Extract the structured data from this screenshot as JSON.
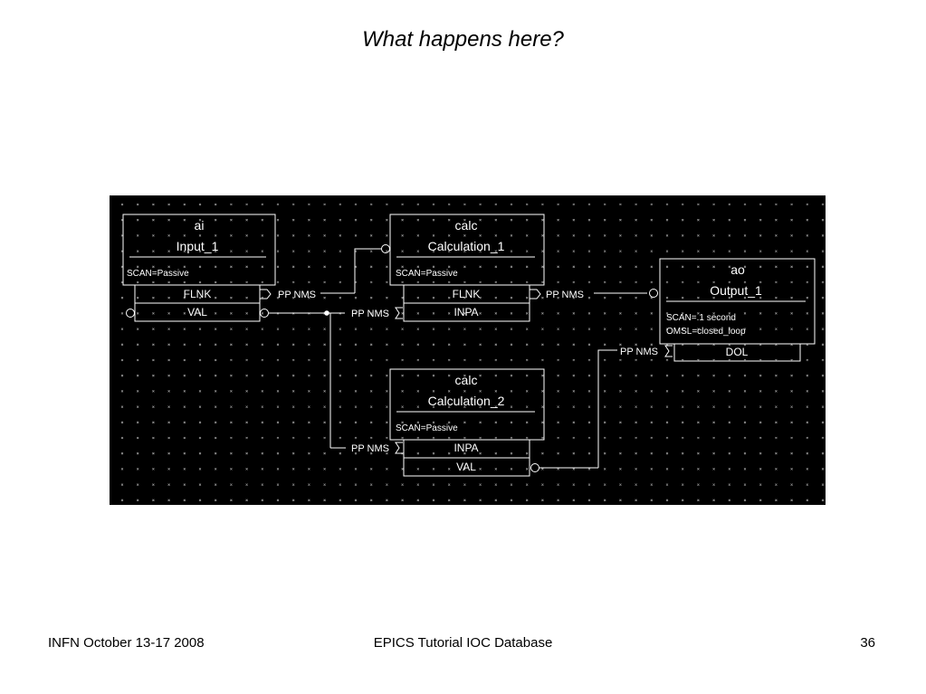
{
  "slide": {
    "title": "What happens here?",
    "footer_left": "INFN October 13-17 2008",
    "footer_center": "EPICS Tutorial IOC Database",
    "page_number": "36"
  },
  "diagram": {
    "records": {
      "input_1": {
        "type": "ai",
        "name": "Input_1",
        "fields": [
          "SCAN=Passive"
        ],
        "links": [
          "FLNK",
          "VAL"
        ]
      },
      "calculation_1": {
        "type": "calc",
        "name": "Calculation_1",
        "fields": [
          "SCAN=Passive"
        ],
        "links": [
          "FLNK",
          "INPA"
        ]
      },
      "calculation_2": {
        "type": "calc",
        "name": "Calculation_2",
        "fields": [
          "SCAN=Passive"
        ],
        "links": [
          "INPA",
          "VAL"
        ]
      },
      "output_1": {
        "type": "ao",
        "name": "Output_1",
        "fields": [
          "SCAN=.1 second",
          "OMSL=closed_loop"
        ],
        "links": [
          "DOL"
        ]
      }
    },
    "link_labels": {
      "input_1_flnk": "PP NMS",
      "calc1_flnk": "PP NMS",
      "calc1_inpa": "PP NMS",
      "calc2_inpa": "PP NMS",
      "output_dol": "PP NMS"
    }
  }
}
